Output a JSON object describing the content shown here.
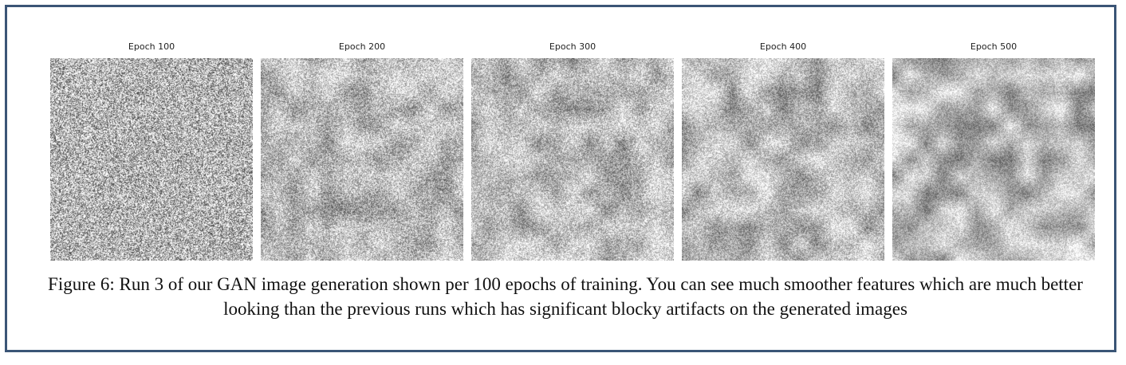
{
  "figure": {
    "panels": [
      {
        "title": "Epoch 100",
        "noise": 0.92,
        "smooth": 0.0
      },
      {
        "title": "Epoch 200",
        "noise": 0.55,
        "smooth": 0.45
      },
      {
        "title": "Epoch 300",
        "noise": 0.5,
        "smooth": 0.5
      },
      {
        "title": "Epoch 400",
        "noise": 0.45,
        "smooth": 0.55
      },
      {
        "title": "Epoch 500",
        "noise": 0.35,
        "smooth": 0.65
      }
    ],
    "caption": "Figure 6: Run 3 of our GAN image generation shown per 100 epochs of training. You can see much smoother features which are much better looking than the previous runs which has significant blocky artifacts on the generated images"
  },
  "colors": {
    "border": "#3b5576"
  }
}
